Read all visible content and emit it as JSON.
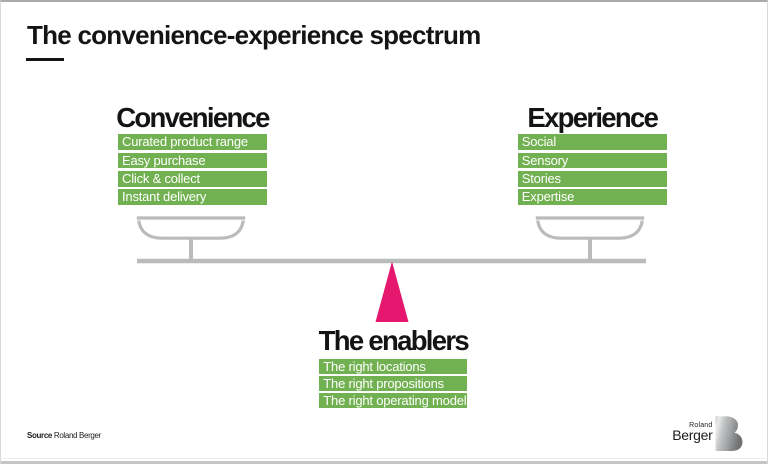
{
  "slide": {
    "title": "The convenience-experience spectrum",
    "source_label": "Source",
    "source_value": "Roland Berger"
  },
  "columns": {
    "left": {
      "heading": "Convenience",
      "items": [
        "Curated product range",
        "Easy purchase",
        "Click & collect",
        "Instant delivery"
      ]
    },
    "right": {
      "heading": "Experience",
      "items": [
        "Social",
        "Sensory",
        "Stories",
        "Expertise"
      ]
    },
    "bottom": {
      "heading": "The enablers",
      "items": [
        "The right locations",
        "The right propositions",
        "The right operating model"
      ]
    }
  },
  "logo": {
    "top": "Roland",
    "bottom": "Berger"
  },
  "colors": {
    "green": "#72b151",
    "pink": "#e5176e",
    "gray": "#b9bbbd",
    "text": "#141414"
  }
}
